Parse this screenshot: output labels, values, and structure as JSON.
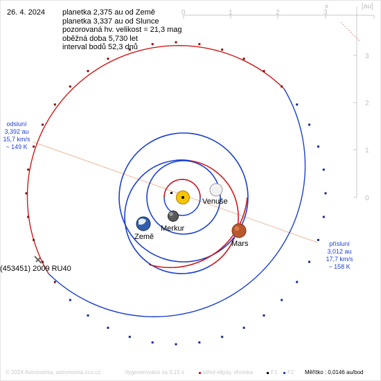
{
  "header": {
    "date": "26. 4. 2024",
    "info_lines": [
      "planetka 2,375 au od Země",
      "planetka 3,337 au od Slunce",
      "pozorovaná hv. velikost = 21,3 mag",
      "oběžná doba 5,730 let",
      "interval bodů 52,3 dnů"
    ]
  },
  "axes": {
    "x_ticks": [
      "0",
      "1",
      "2",
      "3"
    ],
    "y_ticks": [
      "3",
      "2",
      "1",
      "0"
    ],
    "x_label": "x",
    "unit_label": "[au]"
  },
  "bodies": {
    "sun": "",
    "mercury": "Merkur",
    "venus": "Venuše",
    "earth": "Země",
    "mars": "Mars",
    "asteroid": "(453451) 2009 RU40"
  },
  "aphelion": [
    "odsluní",
    "3,392 au",
    "15,7 km/s",
    "~ 149 K"
  ],
  "perihelion": [
    "přísluní",
    "3,012 au",
    "17,7 km/s",
    "~ 158 K"
  ],
  "footer": {
    "copyright": "© 2024 Astronomia, astronomia.zcu.cz",
    "generated": "Vygenerováno za 0,15 s",
    "legend_center": "střed elipsy, ohniska",
    "f1": "F1",
    "f2": "F2",
    "scale": "Měřítko : 0,0146 au/bod"
  },
  "colors": {
    "above_ecliptic": "#d01818",
    "below_ecliptic": "#1a3fcf",
    "axis_line": "#f0b898",
    "grid": "#c8c8c8",
    "info_blue": "#1e3fd8"
  }
}
